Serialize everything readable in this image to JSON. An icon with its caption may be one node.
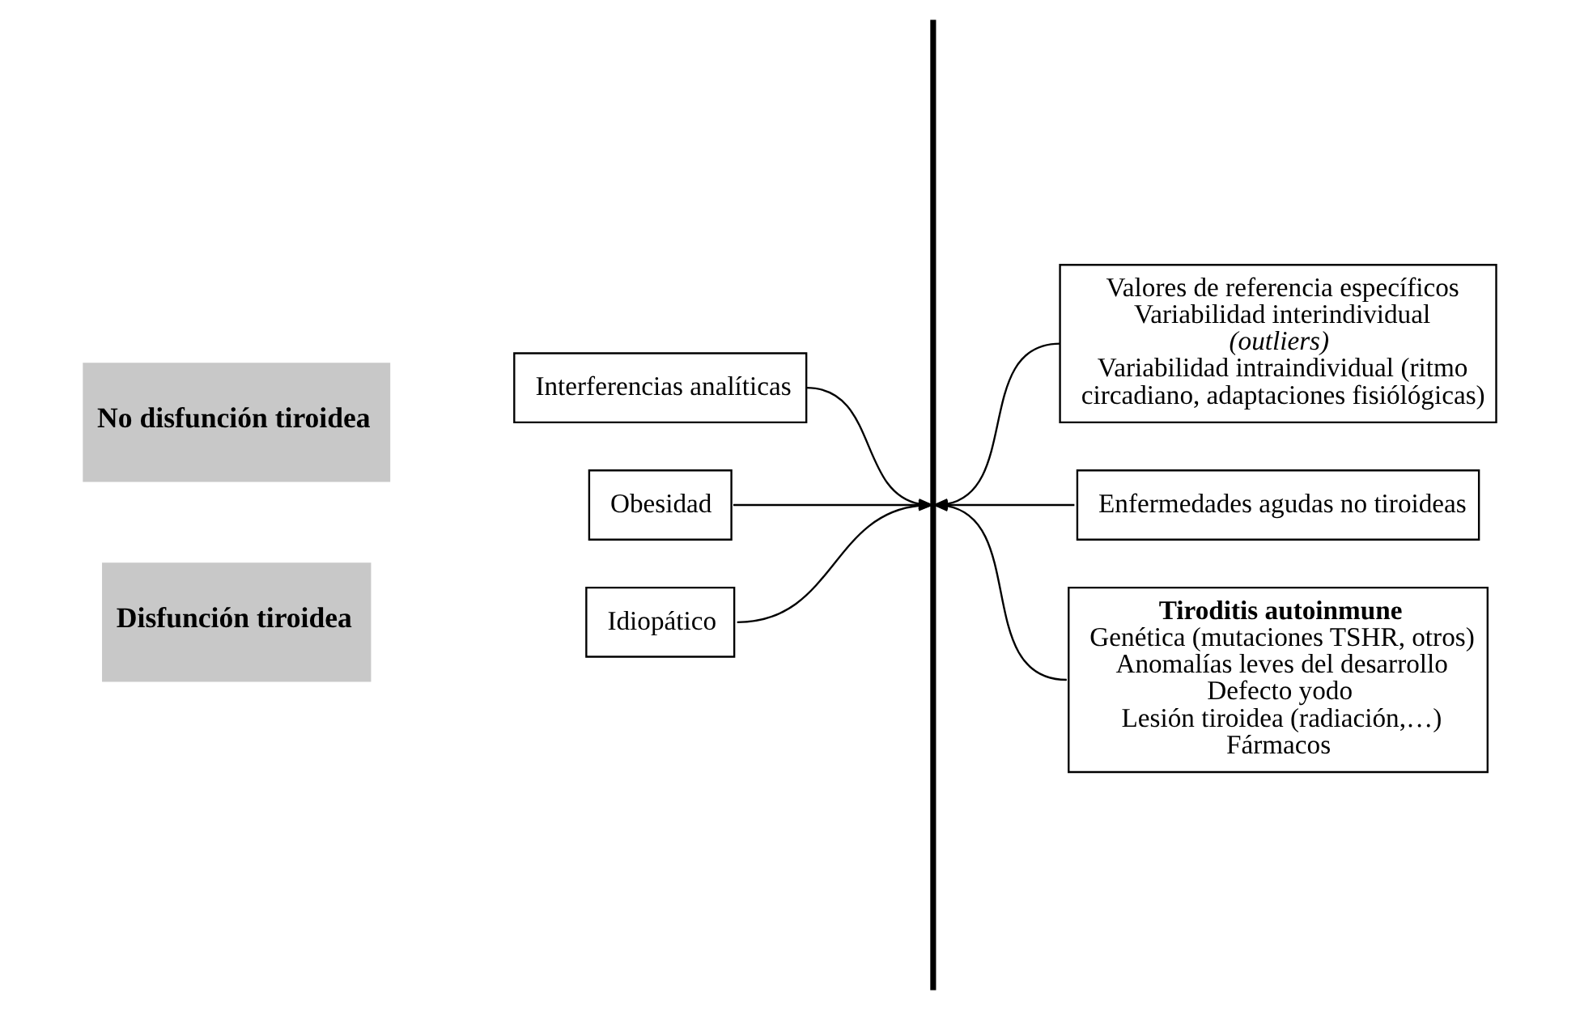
{
  "diagram": {
    "nodes": [
      {
        "text": [
          "No disfunción tiroidea"
        ]
      },
      {
        "text": [
          "Valores de referencia específicos",
          "Variabilidad interindividual *(outliers)*",
          "Variabilidad intraindividual (ritmo circadiano, adaptaciones fisiólógicas)"
        ]
      },
      {
        "text": [
          "Interferencias analíticas"
        ]
      },
      {
        "text": [
          "Enfermedades agudas no tiroideas"
        ]
      },
      {
        "text": [
          "Obesidad"
        ]
      },
      {
        "text": [
          "Disfunción tiroidea"
        ]
      },
      {
        "text": [
          "Tiroditis autoinmune",
          "Genética (mutaciones TSHR, otros)",
          "Anomalías leves del desarrollo",
          "Defecto yodo",
          "Lesión tiroidea (radiación,…)",
          "Fármacos"
        ]
      },
      {
        "text": [
          "Idiopático"
        ]
      },
      {
        "text": [],
        "shape": "bar"
      }
    ],
    "edges": [
      {
        "from": 1,
        "to": 8,
        "arrow": "to"
      },
      {
        "from": 2,
        "to": 8,
        "arrow": "to"
      },
      {
        "from": 3,
        "to": 8,
        "arrow": "to"
      },
      {
        "from": 4,
        "to": 8,
        "arrow": "to"
      },
      {
        "from": 6,
        "to": 8,
        "arrow": "to"
      },
      {
        "from": 7,
        "to": 8,
        "arrow": "to"
      }
    ]
  }
}
